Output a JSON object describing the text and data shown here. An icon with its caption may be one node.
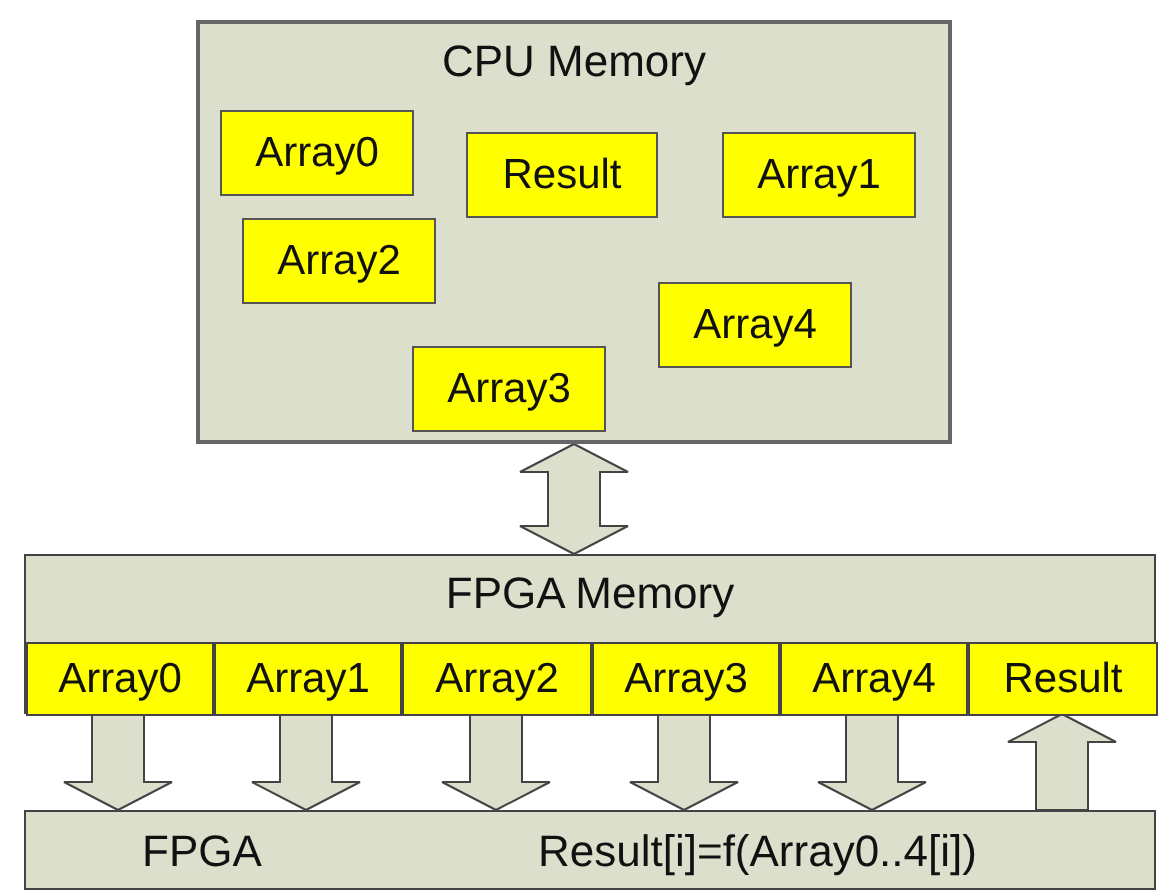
{
  "diagram": {
    "nodes": [
      {
        "text": [
          "CPU Memory"
        ]
      },
      {
        "text": [
          "Array0"
        ],
        "in": 0
      },
      {
        "text": [
          "Result"
        ],
        "in": 0
      },
      {
        "text": [
          "Array1"
        ],
        "in": 0
      },
      {
        "text": [
          "Array2"
        ],
        "in": 0
      },
      {
        "text": [
          "Array4"
        ],
        "in": 0
      },
      {
        "text": [
          "Array3"
        ],
        "in": 0
      },
      {
        "text": [
          "FPGA Memory"
        ]
      },
      {
        "text": [
          "Array0"
        ],
        "in": 7
      },
      {
        "text": [
          "Array1"
        ],
        "in": 7
      },
      {
        "text": [
          "Array2"
        ],
        "in": 7
      },
      {
        "text": [
          "Array3"
        ],
        "in": 7
      },
      {
        "text": [
          "Array4"
        ],
        "in": 7
      },
      {
        "text": [
          "Result"
        ],
        "in": 7
      },
      {
        "text": [
          "FPGA",
          "Result[i]=f(Array0..4[i])"
        ]
      }
    ],
    "edges": [
      {
        "from": 0,
        "to": 7,
        "arrow": "both"
      },
      {
        "from": 8,
        "to": 14,
        "arrow": "to"
      },
      {
        "from": 9,
        "to": 14,
        "arrow": "to"
      },
      {
        "from": 10,
        "to": 14,
        "arrow": "to"
      },
      {
        "from": 11,
        "to": 14,
        "arrow": "to"
      },
      {
        "from": 12,
        "to": 14,
        "arrow": "to"
      },
      {
        "from": 14,
        "to": 13,
        "arrow": "to"
      }
    ]
  }
}
